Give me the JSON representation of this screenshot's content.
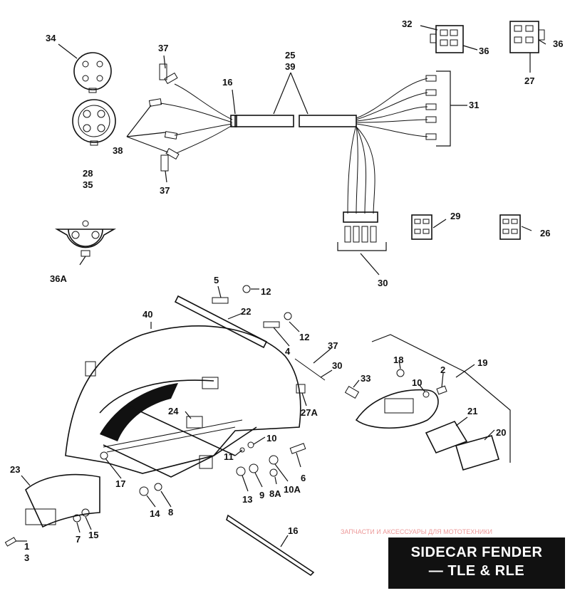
{
  "title": {
    "line1": "SIDECAR FENDER",
    "line2": "— TLE & RLE"
  },
  "watermark": "ЗАПЧАСТИ И АКСЕССУАРЫ ДЛЯ МОТОТЕХНИКИ",
  "callouts": {
    "c34": "34",
    "c28": "28",
    "c35": "35",
    "c37a": "37",
    "c37b": "37",
    "c38": "38",
    "c16a": "16",
    "c25": "25",
    "c39": "39",
    "c31": "31",
    "c32": "32",
    "c36a": "36",
    "c36b": "36",
    "c27": "27",
    "c36A": "36A",
    "c29": "29",
    "c26": "26",
    "c30a": "30",
    "c5": "5",
    "c12a": "12",
    "c22": "22",
    "c12b": "12",
    "c4": "4",
    "c40": "40",
    "c37c": "37",
    "c30b": "30",
    "c33": "33",
    "c18": "18",
    "c2": "2",
    "c19": "19",
    "c10a": "10",
    "c27A": "27A",
    "c24": "24",
    "c21": "21",
    "c20": "20",
    "c10b": "10",
    "c11": "11",
    "c17": "17",
    "c23": "23",
    "c6": "6",
    "c13": "13",
    "c9": "9",
    "c8A": "8A",
    "c10A": "10A",
    "c14": "14",
    "c8": "8",
    "c7": "7",
    "c15": "15",
    "c1": "1",
    "c3": "3",
    "c16b": "16"
  }
}
